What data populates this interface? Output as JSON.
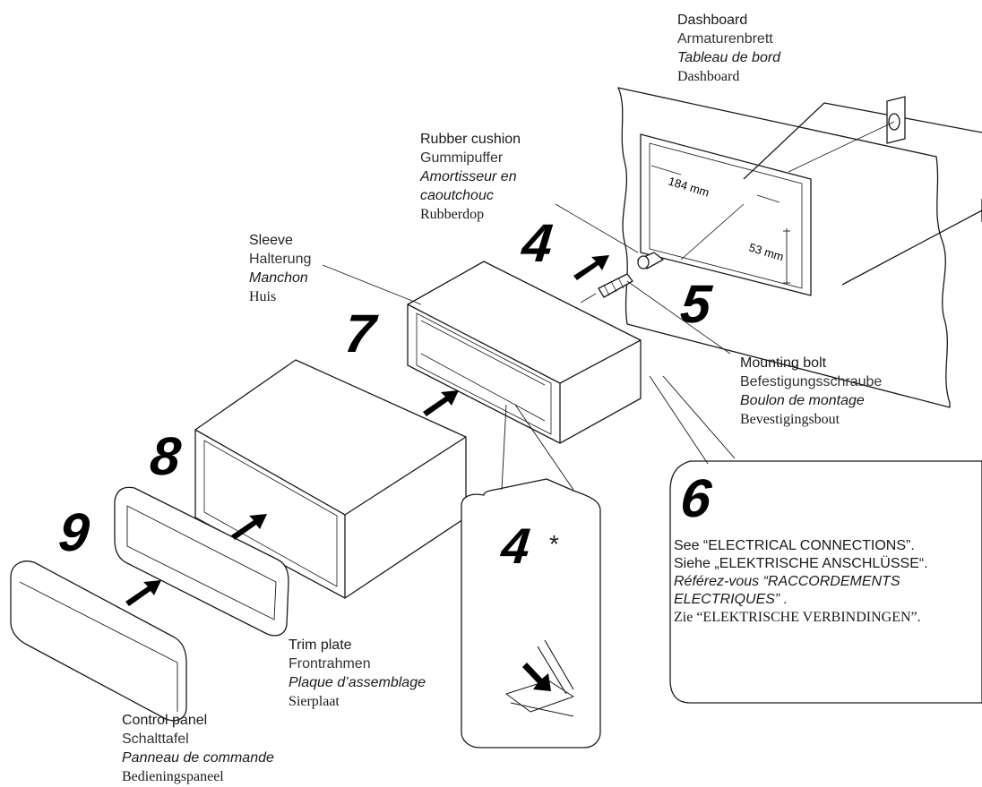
{
  "labels": {
    "dashboard": {
      "en": "Dashboard",
      "de": "Armaturenbrett",
      "fr": "Tableau de bord",
      "nl": "Dashboard"
    },
    "rubber": {
      "en": "Rubber cushion",
      "de": "Gummipuffer",
      "fr1": "Amortisseur en",
      "fr2": "caoutchouc",
      "nl": "Rubberdop"
    },
    "sleeve": {
      "en": "Sleeve",
      "de": "Halterung",
      "fr": "Manchon",
      "nl": "Huis"
    },
    "mounting_bolt": {
      "en": "Mounting bolt",
      "de": "Befestigungsschraube",
      "fr": "Boulon de montage",
      "nl": "Bevestigingsbout"
    },
    "trim_plate": {
      "en": "Trim plate",
      "de": "Frontrahmen",
      "fr": "Plaque d’assemblage",
      "nl": "Sierplaat"
    },
    "control_panel": {
      "en": "Control panel",
      "de": "Schalttafel",
      "fr": "Panneau de commande",
      "nl": "Bedieningspaneel"
    }
  },
  "dimensions": {
    "width": "184 mm",
    "height": "53 mm"
  },
  "steps": {
    "s4": "4",
    "s5": "5",
    "s6": "6",
    "s7": "7",
    "s8": "8",
    "s9": "9",
    "s4b": "4",
    "asterisk": "*"
  },
  "callout6": {
    "en": "See “ELECTRICAL CONNECTIONS”.",
    "de": "Siehe „ELEKTRISCHE ANSCHLÜSSE“.",
    "fr1": "Référez-vous “RACCORDEMENTS",
    "fr2": "ELECTRIQUES” .",
    "nl": "Zie “ELEKTRISCHE VERBINDINGEN”."
  },
  "colors": {
    "line": "#1a1a1a",
    "fill": "#ffffff",
    "shade": "#e8e8e8"
  }
}
